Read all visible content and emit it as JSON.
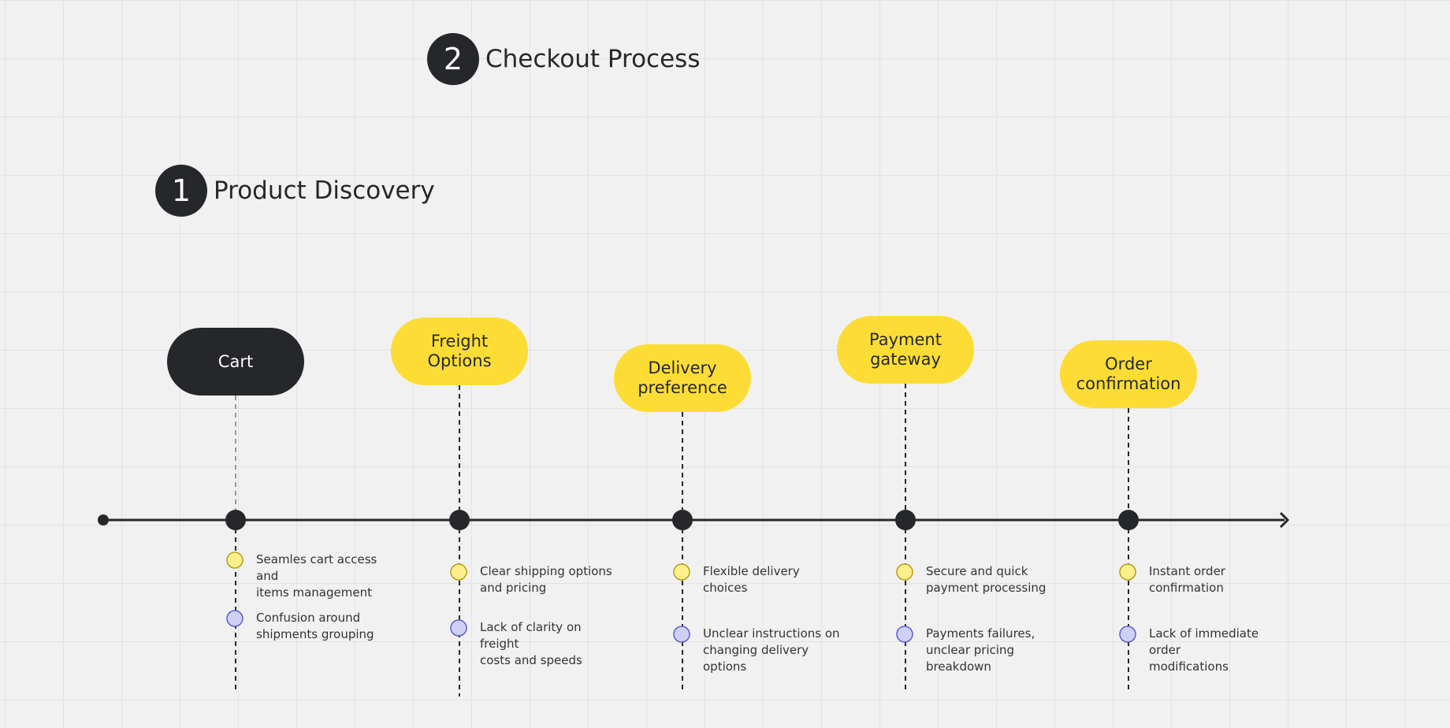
{
  "headings": [
    {
      "number": "1",
      "title": "Product Discovery"
    },
    {
      "number": "2",
      "title": "Checkout Process"
    }
  ],
  "stages": [
    {
      "label": "Cart",
      "style": "dark",
      "positive": "Seamles cart access and\nitems management",
      "negative": "Confusion around\nshipments grouping"
    },
    {
      "label": "Freight\nOptions",
      "style": "yellow",
      "positive": "Clear shipping options\nand pricing",
      "negative": "Lack of clarity on freight\ncosts and speeds"
    },
    {
      "label": "Delivery\npreference",
      "style": "yellow",
      "positive": "Flexible delivery choices",
      "negative": "Unclear instructions on\nchanging delivery\noptions"
    },
    {
      "label": "Payment\ngateway",
      "style": "yellow",
      "positive": "Secure and quick\npayment processing",
      "negative": "Payments failures,\nunclear pricing\nbreakdown"
    },
    {
      "label": "Order\nconfirmation",
      "style": "yellow",
      "positive": "Instant order\nconfirmation",
      "negative": "Lack of immediate order\nmodifications"
    }
  ],
  "colors": {
    "dark": "#26272b",
    "accent_yellow": "#fddd35",
    "positive_marker": "#fdf08c",
    "negative_marker": "#cfd0f8",
    "negative_marker_stroke": "#5d5fd6"
  }
}
